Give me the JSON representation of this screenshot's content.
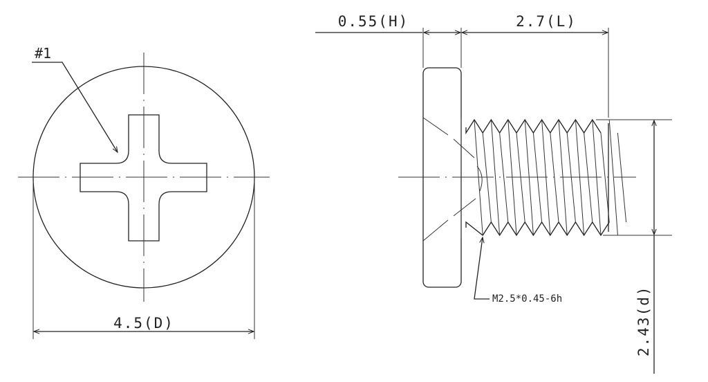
{
  "drawing": {
    "front_view": {
      "callout": "#1",
      "diameter_label": "4.5(D)"
    },
    "side_view": {
      "head_height_label": "0.55(H)",
      "length_label": "2.7(L)",
      "thread_diameter_label": "2.43(d)",
      "thread_spec": "M2.5*0.45-6h"
    }
  }
}
